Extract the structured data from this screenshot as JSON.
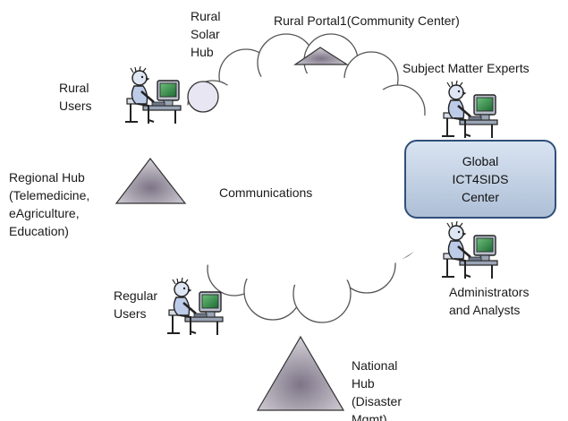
{
  "center_label": "Communications",
  "global_center": {
    "lines": [
      "Global",
      "ICT4SIDS",
      "Center"
    ]
  },
  "nodes": {
    "rural_solar_hub": {
      "lines": [
        "Rural",
        "Solar",
        "Hub"
      ]
    },
    "rural_portal": {
      "text": "Rural Portal1(Community Center)"
    },
    "rural_users": {
      "lines": [
        "Rural",
        "Users"
      ]
    },
    "subject_matter_experts": {
      "text": "Subject Matter Experts"
    },
    "regional_hub": {
      "lines": [
        "Regional Hub",
        "(Telemedicine,",
        "eAgriculture,",
        "Education)"
      ]
    },
    "regular_users": {
      "lines": [
        "Regular",
        "Users"
      ]
    },
    "administrators": {
      "lines": [
        "Administrators",
        "and Analysts"
      ]
    },
    "national_hub": {
      "lines": [
        "National",
        "Hub",
        "(Disaster",
        "Mgmt)"
      ]
    }
  },
  "icons": [
    "user-at-computer-icon",
    "triangle-hub-icon",
    "circle-hub-icon",
    "cloud-icon"
  ],
  "colors": {
    "cloud_outline": "#555555",
    "hub_fill": "#a9a2ae",
    "box_border": "#2f4f7a",
    "box_fill": "#c6d3e6"
  }
}
